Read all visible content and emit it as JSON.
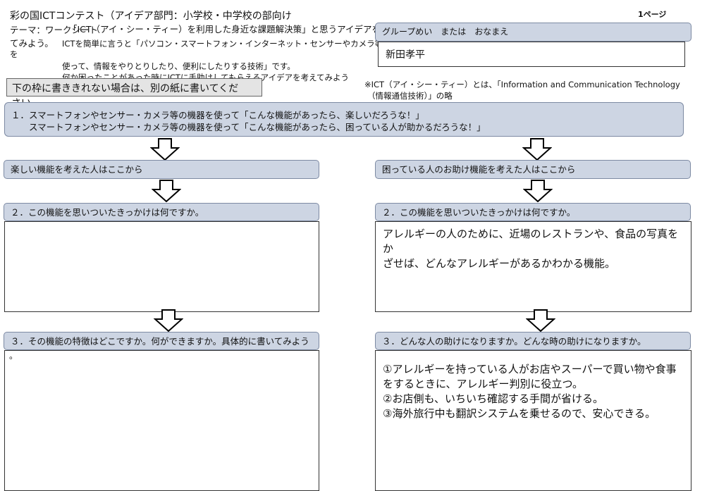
{
  "doc": {
    "title": "彩の国ICTコンテスト（アイデア部門：小学校・中学校の部向け",
    "page_label": "1ページ",
    "theme_label": "テーマ：ワークシート",
    "theme_text": "「ICT（アイ・シー・ティー）を利用した身近な課題解決策」と思うアイデアを",
    "theme_text_cont": "てみよう。",
    "ict_line1": "ICTを簡単に言うと「パソコン・スマートフォン・インターネット・センサーやカメラ等の機器",
    "ict_line1_cont": "を",
    "ict_line2": "使って、情報をやりとりしたり、便利にしたりする技術」です。",
    "ict_line3": "何か困ったことがあった時にICTに手助けしてもらえるアイデアを考えてみよう",
    "group_label": "グループめい　または　おなまえ",
    "group_value": "新田孝平",
    "note_line1": "※ICT（アイ・シー・ティー）とは、「Information and Communication Technology",
    "note_line2": "（情報通信技術）」の略",
    "warning": "下の枠に書ききれない場合は、別の紙に書いてくだ",
    "warning_cont": "さい。",
    "q1_line1": "１．スマートフォンやセンサー・カメラ等の機器を使って「こんな機能があったら、楽しいだろうな！」",
    "q1_line2": "　　スマートフォンやセンサー・カメラ等の機器を使って「こんな機能があったら、困っている人が助かるだろうな！」"
  },
  "left": {
    "heading": "楽しい機能を考えた人はここから",
    "q2": "２．この機能を思いついたきっかけは何ですか。",
    "q2_answer": "",
    "q3": "３．その機能の特徴はどこですか。何ができますか。具体的に書いてみよう",
    "q3_cont": "。",
    "q3_answer": ""
  },
  "right": {
    "heading": "困っている人のお助け機能を考えた人はここから",
    "q2": "２．この機能を思いついたきっかけは何ですか。",
    "q2_answer_line1": "アレルギーの人のために、近場のレストランや、食品の写真をか",
    "q2_answer_line2": "ざせば、どんなアレルギーがあるかわかる機能。",
    "q3": "３．どんな人の助けになりますか。どんな時の助けになりますか。",
    "q3_answer_line1": "①アレルギーを持っている人がお店やスーパーで買い物や食事",
    "q3_answer_line2": "をするときに、アレルギー判別に役立つ。",
    "q3_answer_line3": "②お店側も、いちいち確認する手間が省ける。",
    "q3_answer_line4": "③海外旅行中も翻訳システムを乗せるので、安心できる。"
  },
  "colors": {
    "header_fill": "#cdd5e3",
    "header_border": "#7d8aa3",
    "warning_fill": "#e4e4e4"
  }
}
